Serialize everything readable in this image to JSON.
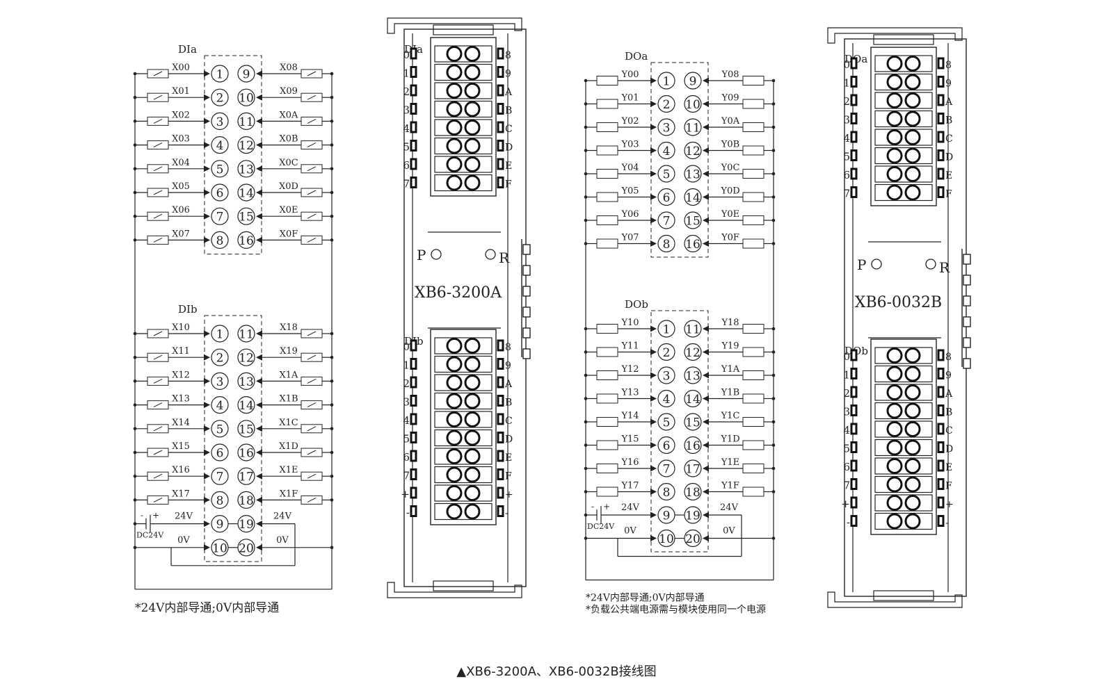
{
  "input_diagram": {
    "connectors": [
      {
        "label": "DIa",
        "pins": [
          [
            1,
            9
          ],
          [
            2,
            10
          ],
          [
            3,
            11
          ],
          [
            4,
            12
          ],
          [
            5,
            13
          ],
          [
            6,
            14
          ],
          [
            7,
            15
          ],
          [
            8,
            16
          ]
        ],
        "left_signals": [
          "X00",
          "X01",
          "X02",
          "X03",
          "X04",
          "X05",
          "X06",
          "X07"
        ],
        "right_signals": [
          "X08",
          "X09",
          "X0A",
          "X0B",
          "X0C",
          "X0D",
          "X0E",
          "X0F"
        ]
      },
      {
        "label": "DIb",
        "pins": [
          [
            1,
            11
          ],
          [
            2,
            12
          ],
          [
            3,
            13
          ],
          [
            4,
            14
          ],
          [
            5,
            15
          ],
          [
            6,
            16
          ],
          [
            7,
            17
          ],
          [
            8,
            18
          ],
          [
            9,
            19
          ],
          [
            10,
            20
          ]
        ],
        "left_signals": [
          "X10",
          "X11",
          "X12",
          "X13",
          "X14",
          "X15",
          "X16",
          "X17",
          "24V",
          "0V"
        ],
        "right_signals": [
          "X18",
          "X19",
          "X1A",
          "X1B",
          "X1C",
          "X1D",
          "X1E",
          "X1F",
          "24V",
          "0V"
        ]
      }
    ],
    "supply": {
      "label": "DC24V",
      "minus": "-",
      "plus": "+"
    },
    "note": "*24V内部导通;0V内部导通"
  },
  "output_diagram": {
    "connectors": [
      {
        "label": "DOa",
        "pins": [
          [
            1,
            9
          ],
          [
            2,
            10
          ],
          [
            3,
            11
          ],
          [
            4,
            12
          ],
          [
            5,
            13
          ],
          [
            6,
            14
          ],
          [
            7,
            15
          ],
          [
            8,
            16
          ]
        ],
        "left_signals": [
          "Y00",
          "Y01",
          "Y02",
          "Y03",
          "Y04",
          "Y05",
          "Y06",
          "Y07"
        ],
        "right_signals": [
          "Y08",
          "Y09",
          "Y0A",
          "Y0B",
          "Y0C",
          "Y0D",
          "Y0E",
          "Y0F"
        ]
      },
      {
        "label": "DOb",
        "pins": [
          [
            1,
            11
          ],
          [
            2,
            12
          ],
          [
            3,
            13
          ],
          [
            4,
            14
          ],
          [
            5,
            15
          ],
          [
            6,
            16
          ],
          [
            7,
            17
          ],
          [
            8,
            18
          ],
          [
            9,
            19
          ],
          [
            10,
            20
          ]
        ],
        "left_signals": [
          "Y10",
          "Y11",
          "Y12",
          "Y13",
          "Y14",
          "Y15",
          "Y16",
          "Y17",
          "24V",
          "0V"
        ],
        "right_signals": [
          "Y18",
          "Y19",
          "Y1A",
          "Y1B",
          "Y1C",
          "Y1D",
          "Y1E",
          "Y1F",
          "24V",
          "0V"
        ]
      }
    ],
    "supply": {
      "label": "DC24V",
      "minus": "-",
      "plus": "+"
    },
    "note_lines": [
      "*24V内部导通;0V内部导通",
      "*负载公共端电源需与模块使用同一个电源"
    ]
  },
  "modules": [
    {
      "model": "XB6-3200A",
      "top_label": "DIa",
      "bottom_label": "DIb",
      "top_left_leds": [
        "0",
        "1",
        "2",
        "3",
        "4",
        "5",
        "6",
        "7"
      ],
      "top_right_leds": [
        "8",
        "9",
        "A",
        "B",
        "C",
        "D",
        "E",
        "F"
      ],
      "bottom_left_leds": [
        "0",
        "1",
        "2",
        "3",
        "4",
        "5",
        "6",
        "7",
        "+",
        "-"
      ],
      "bottom_right_leds": [
        "8",
        "9",
        "A",
        "B",
        "C",
        "D",
        "E",
        "F",
        "+",
        "-"
      ],
      "p_label": "P",
      "r_label": "R"
    },
    {
      "model": "XB6-0032B",
      "top_label": "DOa",
      "bottom_label": "DOb",
      "top_left_leds": [
        "0",
        "1",
        "2",
        "3",
        "4",
        "5",
        "6",
        "7"
      ],
      "top_right_leds": [
        "8",
        "9",
        "A",
        "B",
        "C",
        "D",
        "E",
        "F"
      ],
      "bottom_left_leds": [
        "0",
        "1",
        "2",
        "3",
        "4",
        "5",
        "6",
        "7",
        "+",
        "-"
      ],
      "bottom_right_leds": [
        "8",
        "9",
        "A",
        "B",
        "C",
        "D",
        "E",
        "F",
        "+",
        "-"
      ],
      "p_label": "P",
      "r_label": "R"
    }
  ],
  "caption": "▲XB6-3200A、XB6-0032B接线图"
}
